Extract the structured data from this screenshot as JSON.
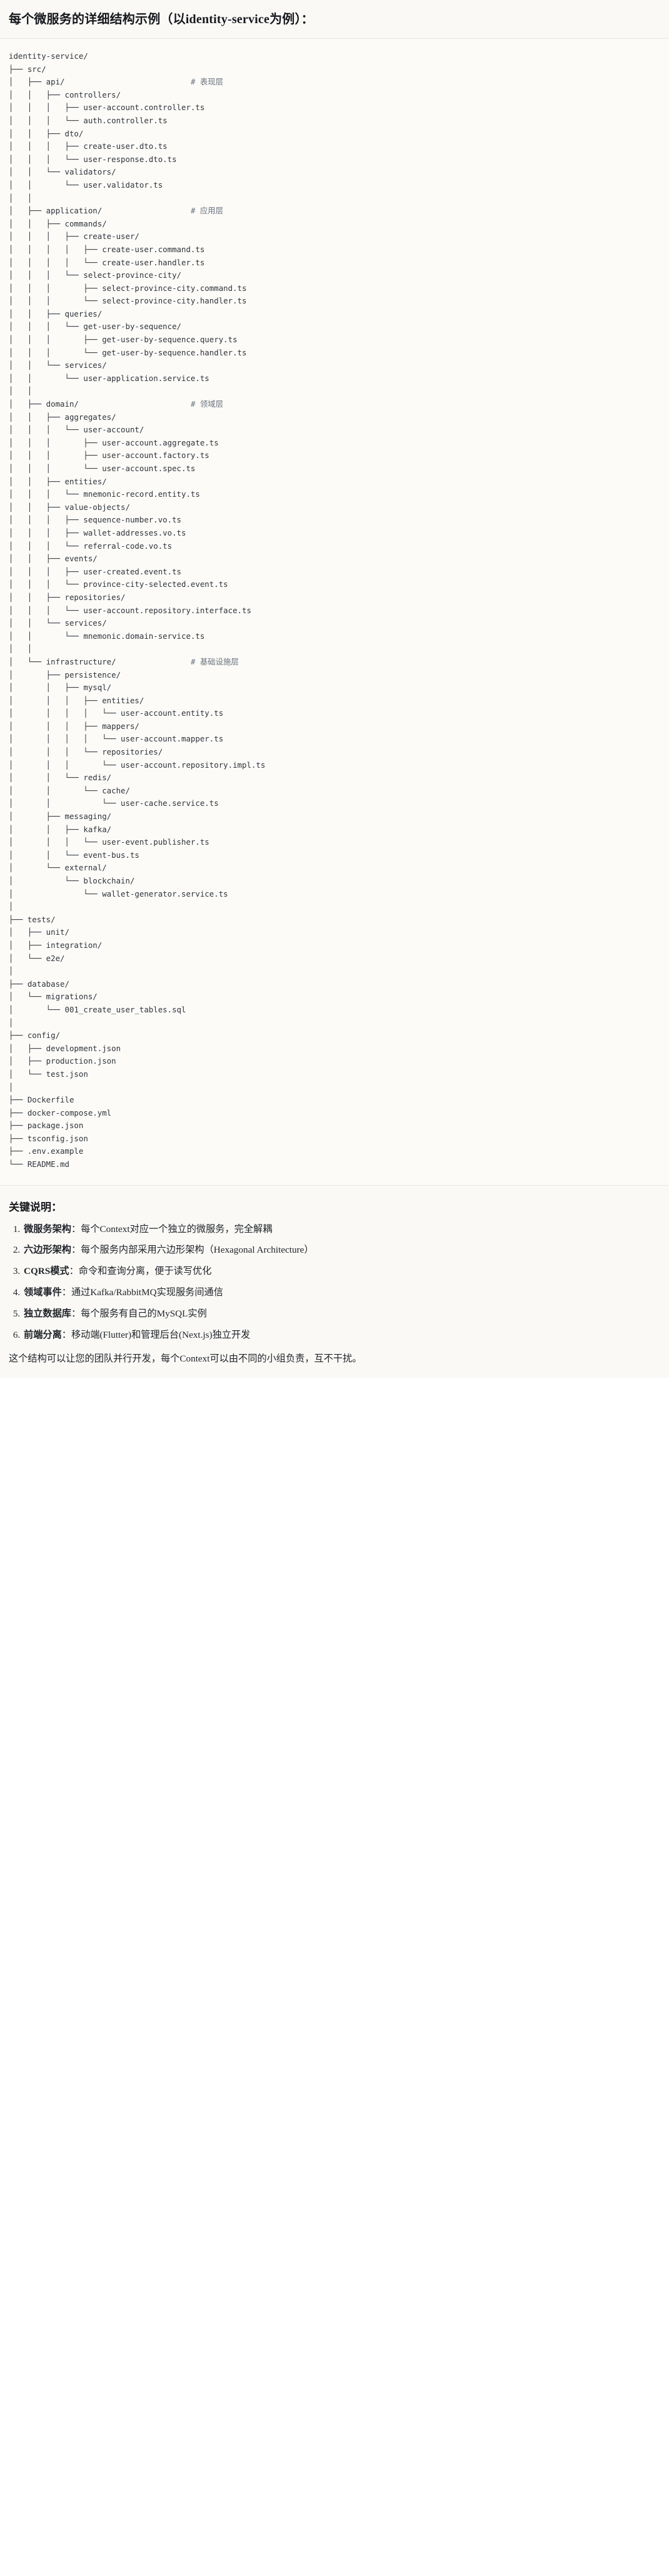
{
  "title": "每个微服务的详细结构示例（以identity-service为例）：",
  "tree": {
    "root": "identity-service/",
    "text": "identity-service/\n├── src/\n│   ├── api/                           # 表现层\n│   │   ├── controllers/\n│   │   │   ├── user-account.controller.ts\n│   │   │   └── auth.controller.ts\n│   │   ├── dto/\n│   │   │   ├── create-user.dto.ts\n│   │   │   └── user-response.dto.ts\n│   │   └── validators/\n│   │       └── user.validator.ts\n│   │\n│   ├── application/                   # 应用层\n│   │   ├── commands/\n│   │   │   ├── create-user/\n│   │   │   │   ├── create-user.command.ts\n│   │   │   │   └── create-user.handler.ts\n│   │   │   └── select-province-city/\n│   │   │       ├── select-province-city.command.ts\n│   │   │       └── select-province-city.handler.ts\n│   │   ├── queries/\n│   │   │   └── get-user-by-sequence/\n│   │   │       ├── get-user-by-sequence.query.ts\n│   │   │       └── get-user-by-sequence.handler.ts\n│   │   └── services/\n│   │       └── user-application.service.ts\n│   │\n│   ├── domain/                        # 领域层\n│   │   ├── aggregates/\n│   │   │   └── user-account/\n│   │   │       ├── user-account.aggregate.ts\n│   │   │       ├── user-account.factory.ts\n│   │   │       └── user-account.spec.ts\n│   │   ├── entities/\n│   │   │   └── mnemonic-record.entity.ts\n│   │   ├── value-objects/\n│   │   │   ├── sequence-number.vo.ts\n│   │   │   ├── wallet-addresses.vo.ts\n│   │   │   └── referral-code.vo.ts\n│   │   ├── events/\n│   │   │   ├── user-created.event.ts\n│   │   │   └── province-city-selected.event.ts\n│   │   ├── repositories/\n│   │   │   └── user-account.repository.interface.ts\n│   │   └── services/\n│   │       └── mnemonic.domain-service.ts\n│   │\n│   └── infrastructure/                # 基础设施层\n│       ├── persistence/\n│       │   ├── mysql/\n│       │   │   ├── entities/\n│       │   │   │   └── user-account.entity.ts\n│       │   │   ├── mappers/\n│       │   │   │   └── user-account.mapper.ts\n│       │   │   └── repositories/\n│       │   │       └── user-account.repository.impl.ts\n│       │   └── redis/\n│       │       └── cache/\n│       │           └── user-cache.service.ts\n│       ├── messaging/\n│       │   ├── kafka/\n│       │   │   └── user-event.publisher.ts\n│       │   └── event-bus.ts\n│       └── external/\n│           └── blockchain/\n│               └── wallet-generator.service.ts\n│\n├── tests/\n│   ├── unit/\n│   ├── integration/\n│   └── e2e/\n│\n├── database/\n│   └── migrations/\n│       └── 001_create_user_tables.sql\n│\n├── config/\n│   ├── development.json\n│   ├── production.json\n│   └── test.json\n│\n├── Dockerfile\n├── docker-compose.yml\n├── package.json\n├── tsconfig.json\n├── .env.example\n└── README.md",
    "comments": [
      {
        "path": "src/api/",
        "label": "# 表现层"
      },
      {
        "path": "src/application/",
        "label": "# 应用层"
      },
      {
        "path": "src/domain/",
        "label": "# 领域层"
      },
      {
        "path": "src/infrastructure/",
        "label": "# 基础设施层"
      }
    ]
  },
  "notes": {
    "heading": "关键说明：",
    "items": [
      {
        "term": "微服务架构",
        "desc": "：每个Context对应一个独立的微服务，完全解耦"
      },
      {
        "term": "六边形架构",
        "desc": "：每个服务内部采用六边形架构（Hexagonal Architecture）"
      },
      {
        "term": "CQRS模式",
        "desc": "：命令和查询分离，便于读写优化"
      },
      {
        "term": "领域事件",
        "desc": "：通过Kafka/RabbitMQ实现服务间通信"
      },
      {
        "term": "独立数据库",
        "desc": "：每个服务有自己的MySQL实例"
      },
      {
        "term": "前端分离",
        "desc": "：移动端(Flutter)和管理后台(Next.js)独立开发"
      }
    ],
    "closing": "这个结构可以让您的团队并行开发，每个Context可以由不同的小组负责，互不干扰。"
  }
}
